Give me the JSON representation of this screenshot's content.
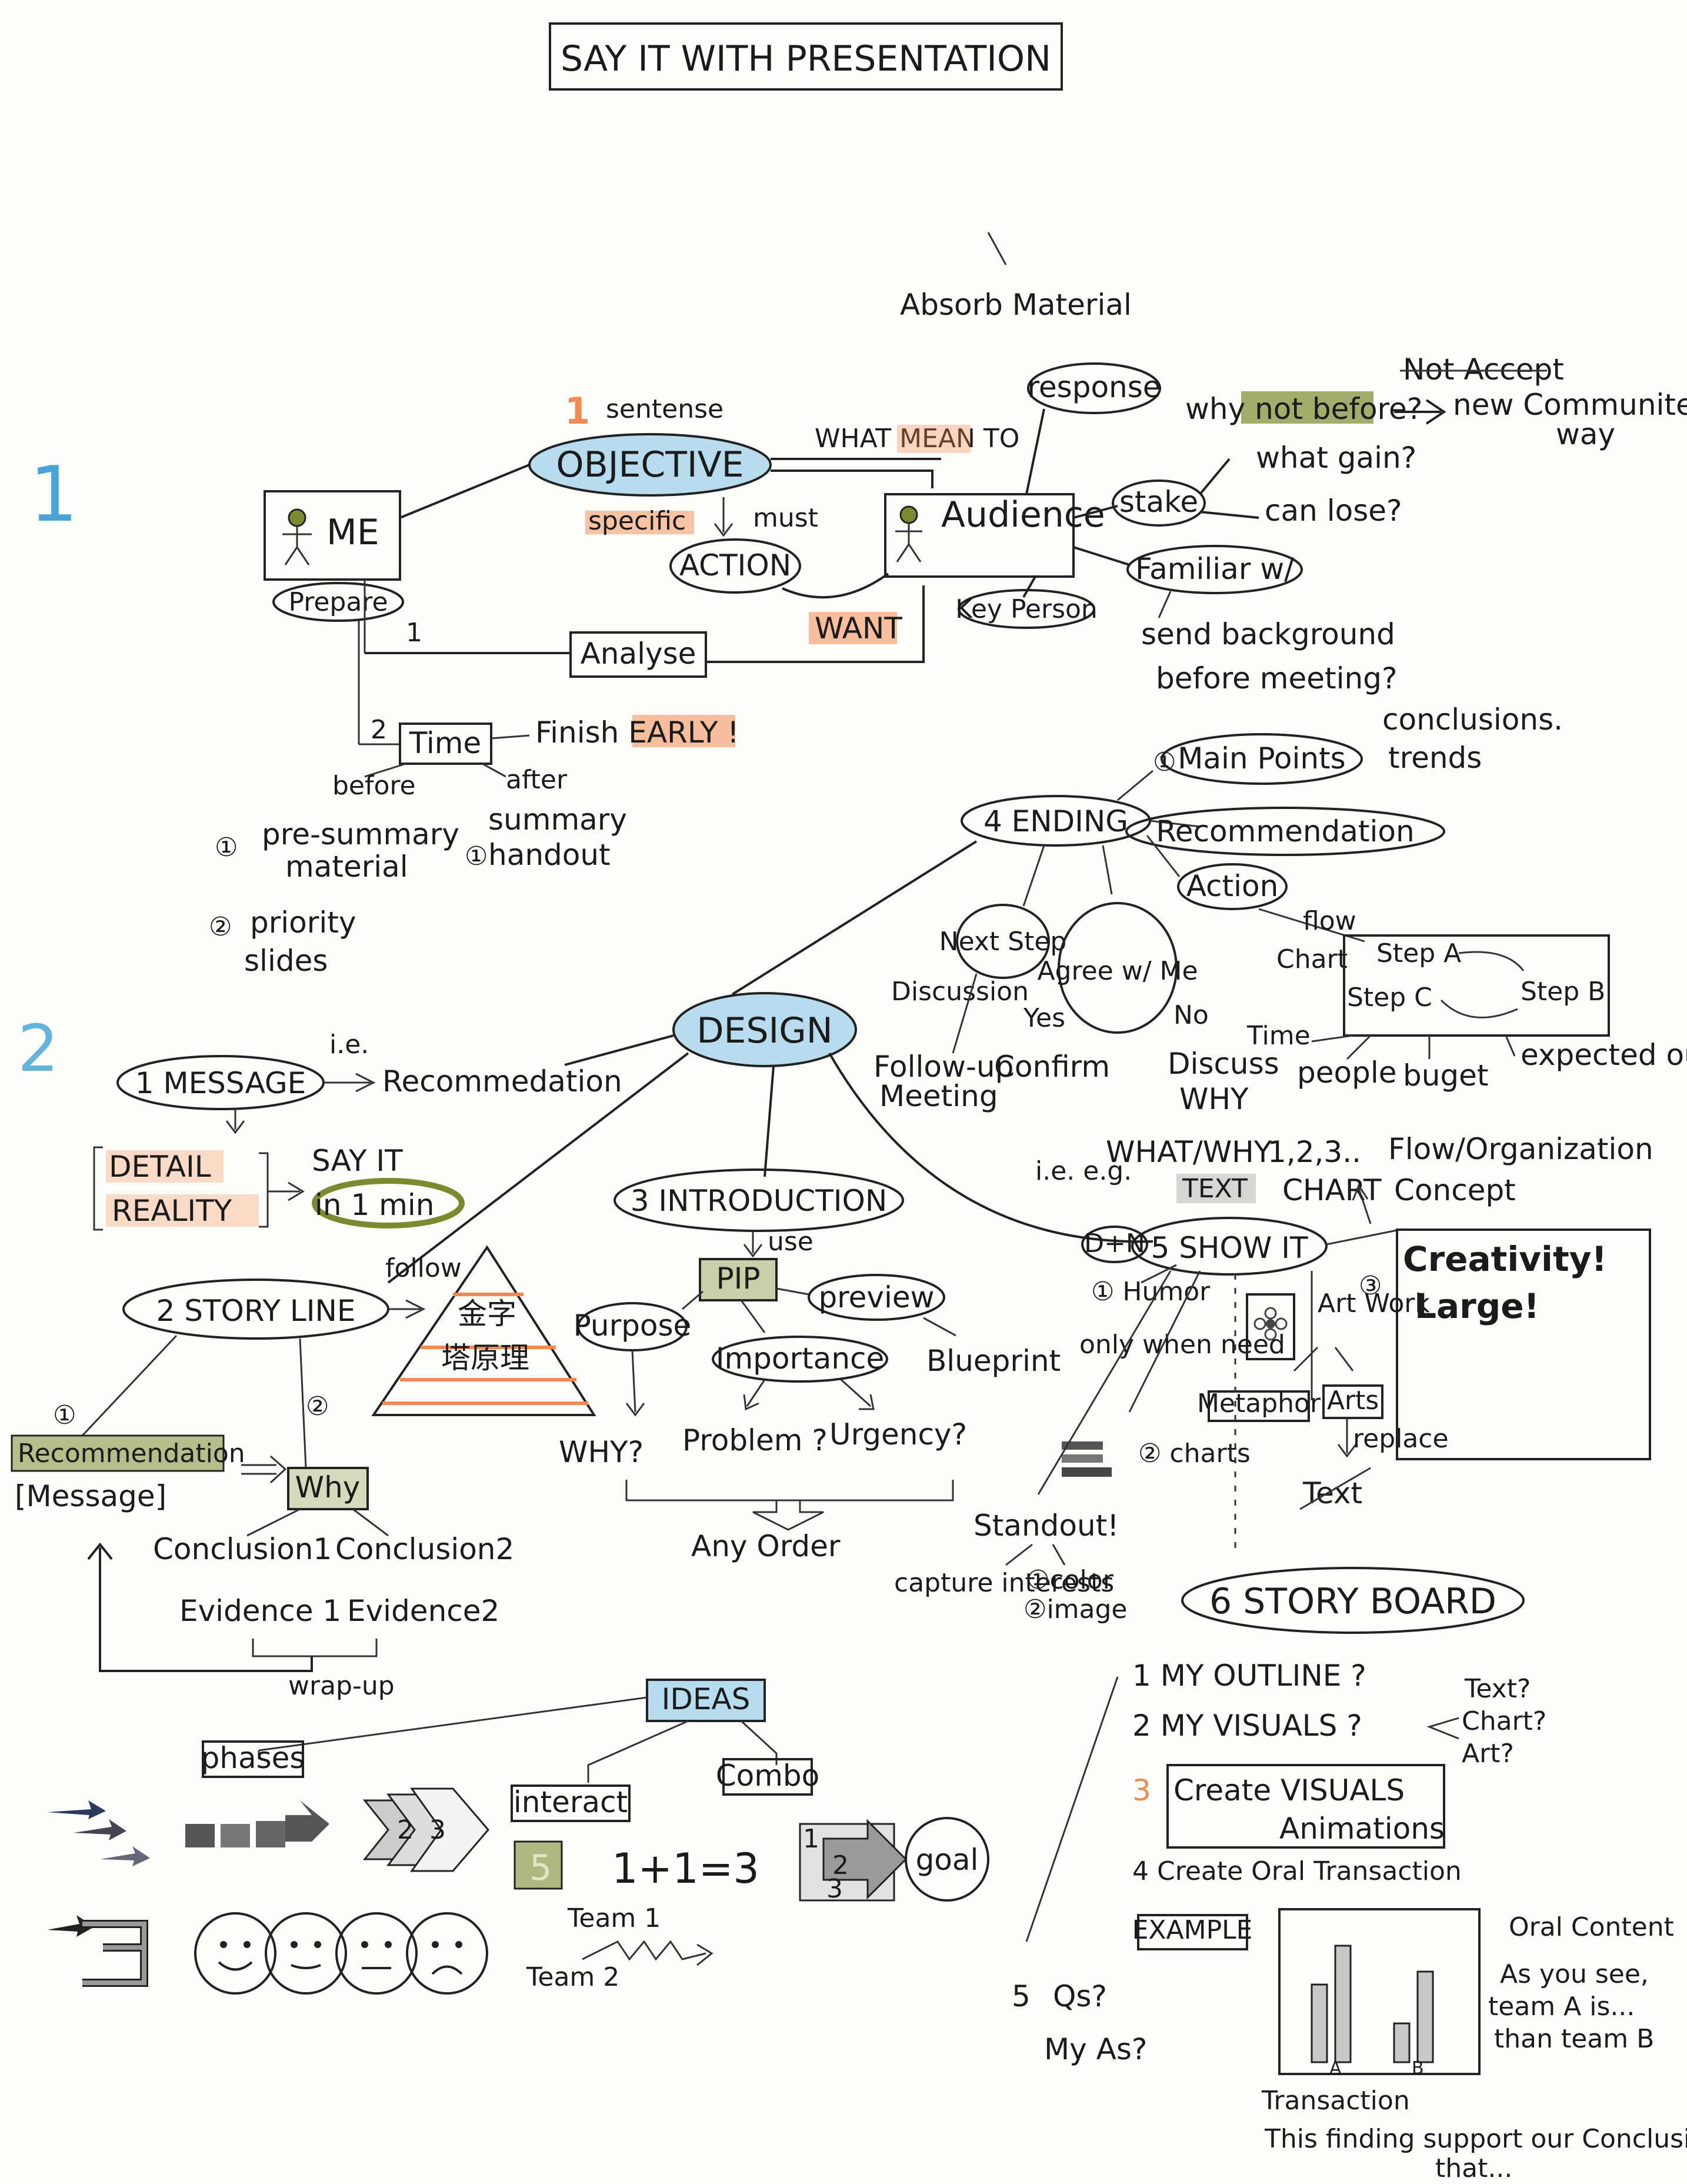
{
  "title": "SAY IT WITH PRESENTATION",
  "colors": {
    "ink": "#1b1b1b",
    "orange_highlight": "#f08a50",
    "blue_highlight": "#62b4dc",
    "green_highlight": "#7a8a2e",
    "gray_shading": "#9a9a9a"
  },
  "section1": {
    "marker": "1",
    "me": "ME",
    "prepare": "Prepare",
    "objective": "OBJECTIVE",
    "objective_num": "1",
    "sentense": "sentense",
    "what_mean_to": "WHAT MEAN TO",
    "specific": "specific",
    "must": "must",
    "action": "ACTION",
    "want": "WANT",
    "audience": "Audience",
    "key_person": "Key Person",
    "absorb_material": "Absorb Material",
    "response": "response",
    "stake": "stake",
    "why_not_before": "why not before?",
    "not_accept": "Not Accept",
    "new_communicate": "new Communite",
    "way": "way",
    "what_gain": "what gain?",
    "can_lose": "can lose?",
    "familiar": "Familiar w/",
    "send_background": "send background",
    "before_meeting": "before meeting?",
    "analyse": "Analyse",
    "analyse_num": "1",
    "time": "Time",
    "time_num": "2",
    "finish_early": "Finish EARLY !",
    "before": "before",
    "after": "after",
    "pre_summary": "pre-summary",
    "material": "material",
    "summary": "summary",
    "handout": "handout",
    "circ1": "①",
    "circ2": "②",
    "priority": "priority",
    "slides": "slides"
  },
  "section2": {
    "marker": "2",
    "design": "DESIGN",
    "message": "1 MESSAGE",
    "ie": "i.e.",
    "recommendation_msg": "Recommedation",
    "detail": "DETAIL",
    "reality": "REALITY",
    "say_it": "SAY IT",
    "in_1_min": "in 1 min",
    "story_line": "2 STORY LINE",
    "follow": "follow",
    "pyramid_top": "金字",
    "pyramid_mid": "塔原理",
    "sl_circ1": "①",
    "sl_circ2": "②",
    "recommendation_box": "Recommendation",
    "message_bracket": "[Message]",
    "why_box": "Why",
    "conclusion1": "Conclusion1",
    "conclusion2": "Conclusion2",
    "evidence1": "Evidence 1",
    "evidence2": "Evidence2",
    "wrap_up": "wrap-up",
    "introduction": "3 INTRODUCTION",
    "use": "use",
    "pip": "PIP",
    "purpose": "Purpose",
    "preview": "preview",
    "importance": "Importance",
    "blueprint": "Blueprint",
    "why_q": "WHY?",
    "problem_q": "Problem ?",
    "urgency_q": "Urgency?",
    "any_order": "Any Order",
    "ending": "4 ENDING",
    "main_points": "Main Points",
    "conclusions": "conclusions.",
    "trends": "trends",
    "recommendation_end": "Recommendation",
    "action_end": "Action",
    "next_step": "Next Step",
    "agree": "Agree w/ Me",
    "discussion": "Discussion",
    "yes": "Yes",
    "no": "No",
    "follow_up": "Follow-up",
    "meeting": "Meeting",
    "confirm": "Confirm",
    "discuss_why_1": "Discuss",
    "discuss_why_2": "WHY",
    "flow": "flow",
    "chart": "Chart",
    "step_a": "Step A",
    "step_b": "Step B",
    "step_c": "Step C",
    "time_lbl": "Time",
    "people": "people",
    "buget": "buget",
    "expected_output": "expected output",
    "show_it": "5 SHOW IT",
    "ie_eg": "i.e. e.g.",
    "d_n": "D+N",
    "what_why": "WHAT/WHY",
    "text": "TEXT",
    "one_two_three": "1,2,3..",
    "chart_cap": "CHART",
    "flow_org": "Flow/Organization",
    "concept": "Concept",
    "humor": "① Humor",
    "only_when_need": "only when need",
    "charts": "② charts",
    "standout": "Standout!",
    "capture_interests": "capture interests",
    "color": "①color",
    "image": "②image",
    "art_work": "Art Work",
    "art_num": "③",
    "metaphor": "Metaphor",
    "arts": "Arts",
    "replace": "replace",
    "text_struck": "Text",
    "creativity": "Creativity!",
    "large": "Large!",
    "story_board": "6 STORY BOARD",
    "sb1": "1  MY OUTLINE ?",
    "sb2": "2  MY VISUALS ?",
    "sb_text": "Text?",
    "sb_chart": "Chart?",
    "sb_art": "Art?",
    "sb3": "3",
    "create_visuals": "Create VISUALS",
    "animations": "Animations",
    "sb4": "4  Create Oral Transaction",
    "sb5": "5",
    "qs": "Qs?",
    "my_as": "My As?",
    "example": "EXAMPLE",
    "oral_content": "Oral Content",
    "as_you_see": "As you see,",
    "team_a_is": "team A is...",
    "than_team_b": "than team B",
    "transaction": "Transaction",
    "this_finding": "This finding support our Conclusion",
    "that": "that..."
  },
  "ideas": {
    "ideas": "IDEAS",
    "phases": "phases",
    "interact": "interact",
    "combo": "Combo",
    "one_plus_one": "1+1=3",
    "team1": "Team 1",
    "team2": "Team 2",
    "goal": "goal",
    "n1": "1",
    "n2": "2",
    "n3": "3"
  },
  "chart_data": {
    "type": "bar",
    "categories": [
      "A",
      "B"
    ],
    "series": [
      {
        "values": [
          6,
          3
        ]
      },
      {
        "values": [
          9,
          7
        ]
      }
    ],
    "ylim": [
      0,
      10
    ]
  }
}
